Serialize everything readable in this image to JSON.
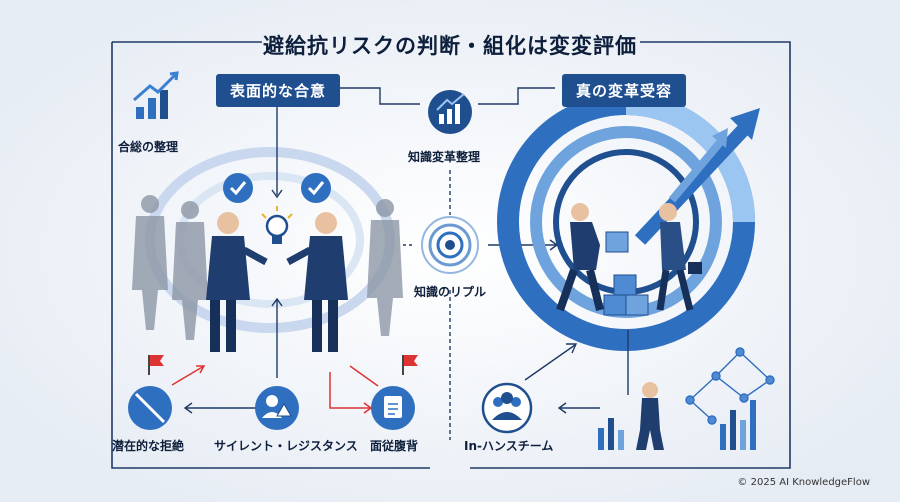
{
  "title": "避給抗リスクの判断・組化は変変評価",
  "left_panel": {
    "heading": "表面的な合意",
    "corner_label": "合総の整理",
    "bottom_labels": [
      "潜在的な拒絶",
      "サイレント・レジスタンス",
      "面従腹背"
    ]
  },
  "center": {
    "top_label": "知識変革整理",
    "mid_label": "知識のリプル"
  },
  "right_panel": {
    "heading": "真の変革受容",
    "bottom_label": "In-ハンスチーム"
  },
  "footer": "© 2025 AI KnowledgeFlow",
  "colors": {
    "navy": "#1f4f8f",
    "blue": "#2f6fc0",
    "light": "#6fa3dd",
    "red": "#d33"
  }
}
